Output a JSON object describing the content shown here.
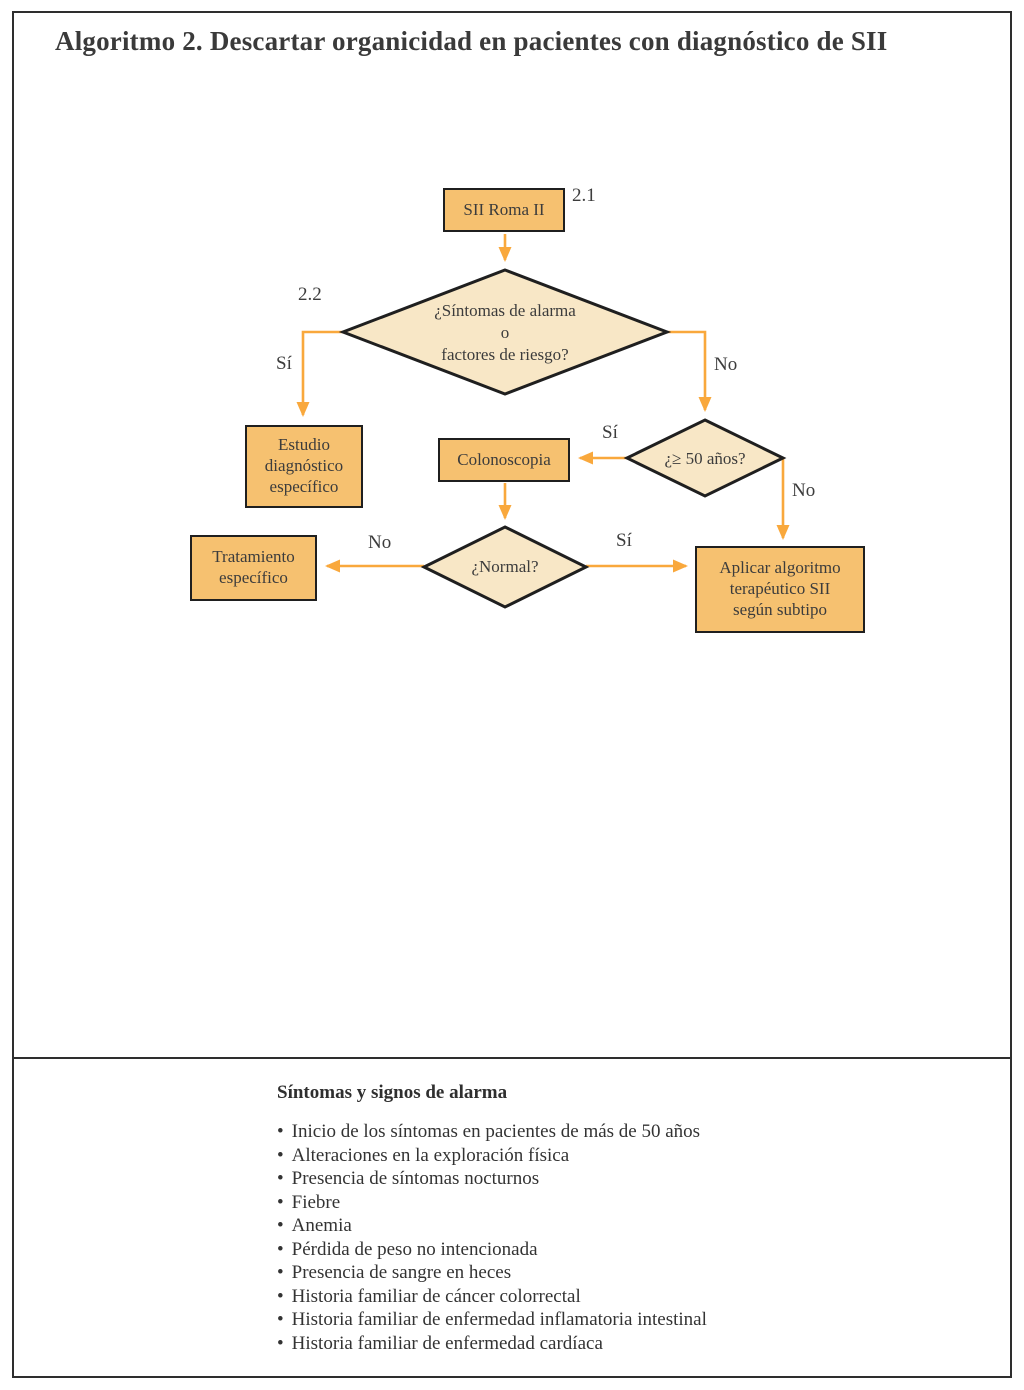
{
  "title": "Algoritmo 2. Descartar organicidad en pacientes con diagnóstico de SII",
  "colors": {
    "node-fill": "#f6c170",
    "diamond-fill": "#f8e7c6",
    "arrow": "#f9a83c",
    "stroke": "#1f1f1f",
    "text": "#3c3c3c",
    "border": "#2e2e2e"
  },
  "flowchart": {
    "ref_top": "2.1",
    "ref_left": "2.2",
    "node_sii": "SII Roma II",
    "node_alarm_question": "¿Síntomas de alarma\no\nfactores de riesgo?",
    "node_estudio": "Estudio\ndiagnóstico\nespecífico",
    "node_colonoscopia": "Colonoscopia",
    "node_age_question": "¿≥ 50 años?",
    "node_normal_question": "¿Normal?",
    "node_tratamiento": "Tratamiento\nespecífico",
    "node_aplicar": "Aplicar algoritmo\nterapéutico SII\nsegún subtipo",
    "edge_alarm_yes": "Sí",
    "edge_alarm_no": "No",
    "edge_age_yes": "Sí",
    "edge_age_no": "No",
    "edge_normal_no": "No",
    "edge_normal_yes": "Sí"
  },
  "alarm_signs": {
    "heading": "Síntomas y signos de alarma",
    "items": [
      "Inicio de los síntomas en pacientes de más de 50 años",
      "Alteraciones en la exploración física",
      "Presencia de síntomas nocturnos",
      "Fiebre",
      "Anemia",
      "Pérdida de peso no intencionada",
      "Presencia de sangre en heces",
      "Historia familiar de cáncer colorrectal",
      "Historia familiar de enfermedad inflamatoria intestinal",
      "Historia familiar de enfermedad cardíaca"
    ]
  }
}
